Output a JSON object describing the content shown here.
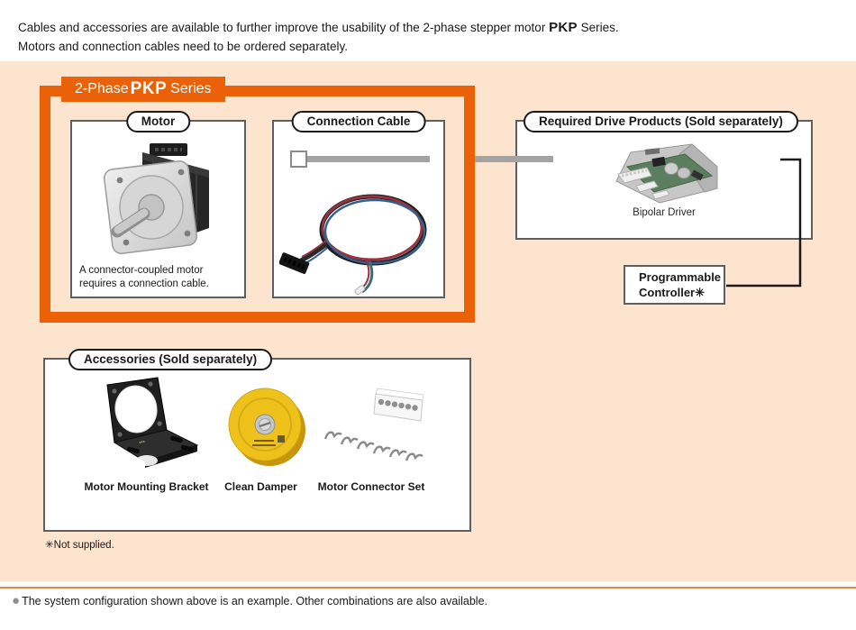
{
  "page": {
    "intro_line1_prefix": "Cables and accessories are available to further improve the usability of the 2-phase stepper motor ",
    "intro_line1_bold": "PKP",
    "intro_line1_suffix": " Series.",
    "intro_line2": "Motors and connection cables need to be ordered separately.",
    "not_supplied_note": "✳Not supplied.",
    "footer_bullet": "●",
    "footer_note": "The system configuration shown above is an example. Other combinations are also available."
  },
  "series_banner": {
    "prefix": "2-Phase",
    "model": "PKP",
    "suffix": "Series"
  },
  "motor_box": {
    "title": "Motor",
    "caption": "A connector-coupled motor requires a connection cable."
  },
  "cable_box": {
    "title": "Connection Cable"
  },
  "drive_box": {
    "title": "Required Drive Products (Sold separately)",
    "product_label": "Bipolar Driver"
  },
  "controller_box": {
    "label": "Programmable Controller✳"
  },
  "accessories_box": {
    "title": "Accessories (Sold separately)",
    "items": [
      {
        "label": "Motor Mounting Bracket"
      },
      {
        "label": "Clean Damper"
      },
      {
        "label": "Motor Connector Set"
      }
    ]
  },
  "colors": {
    "accent_orange": "#ea6107",
    "panel_beige": "#fce4cf",
    "connector_gray": "#a3a3a3"
  }
}
